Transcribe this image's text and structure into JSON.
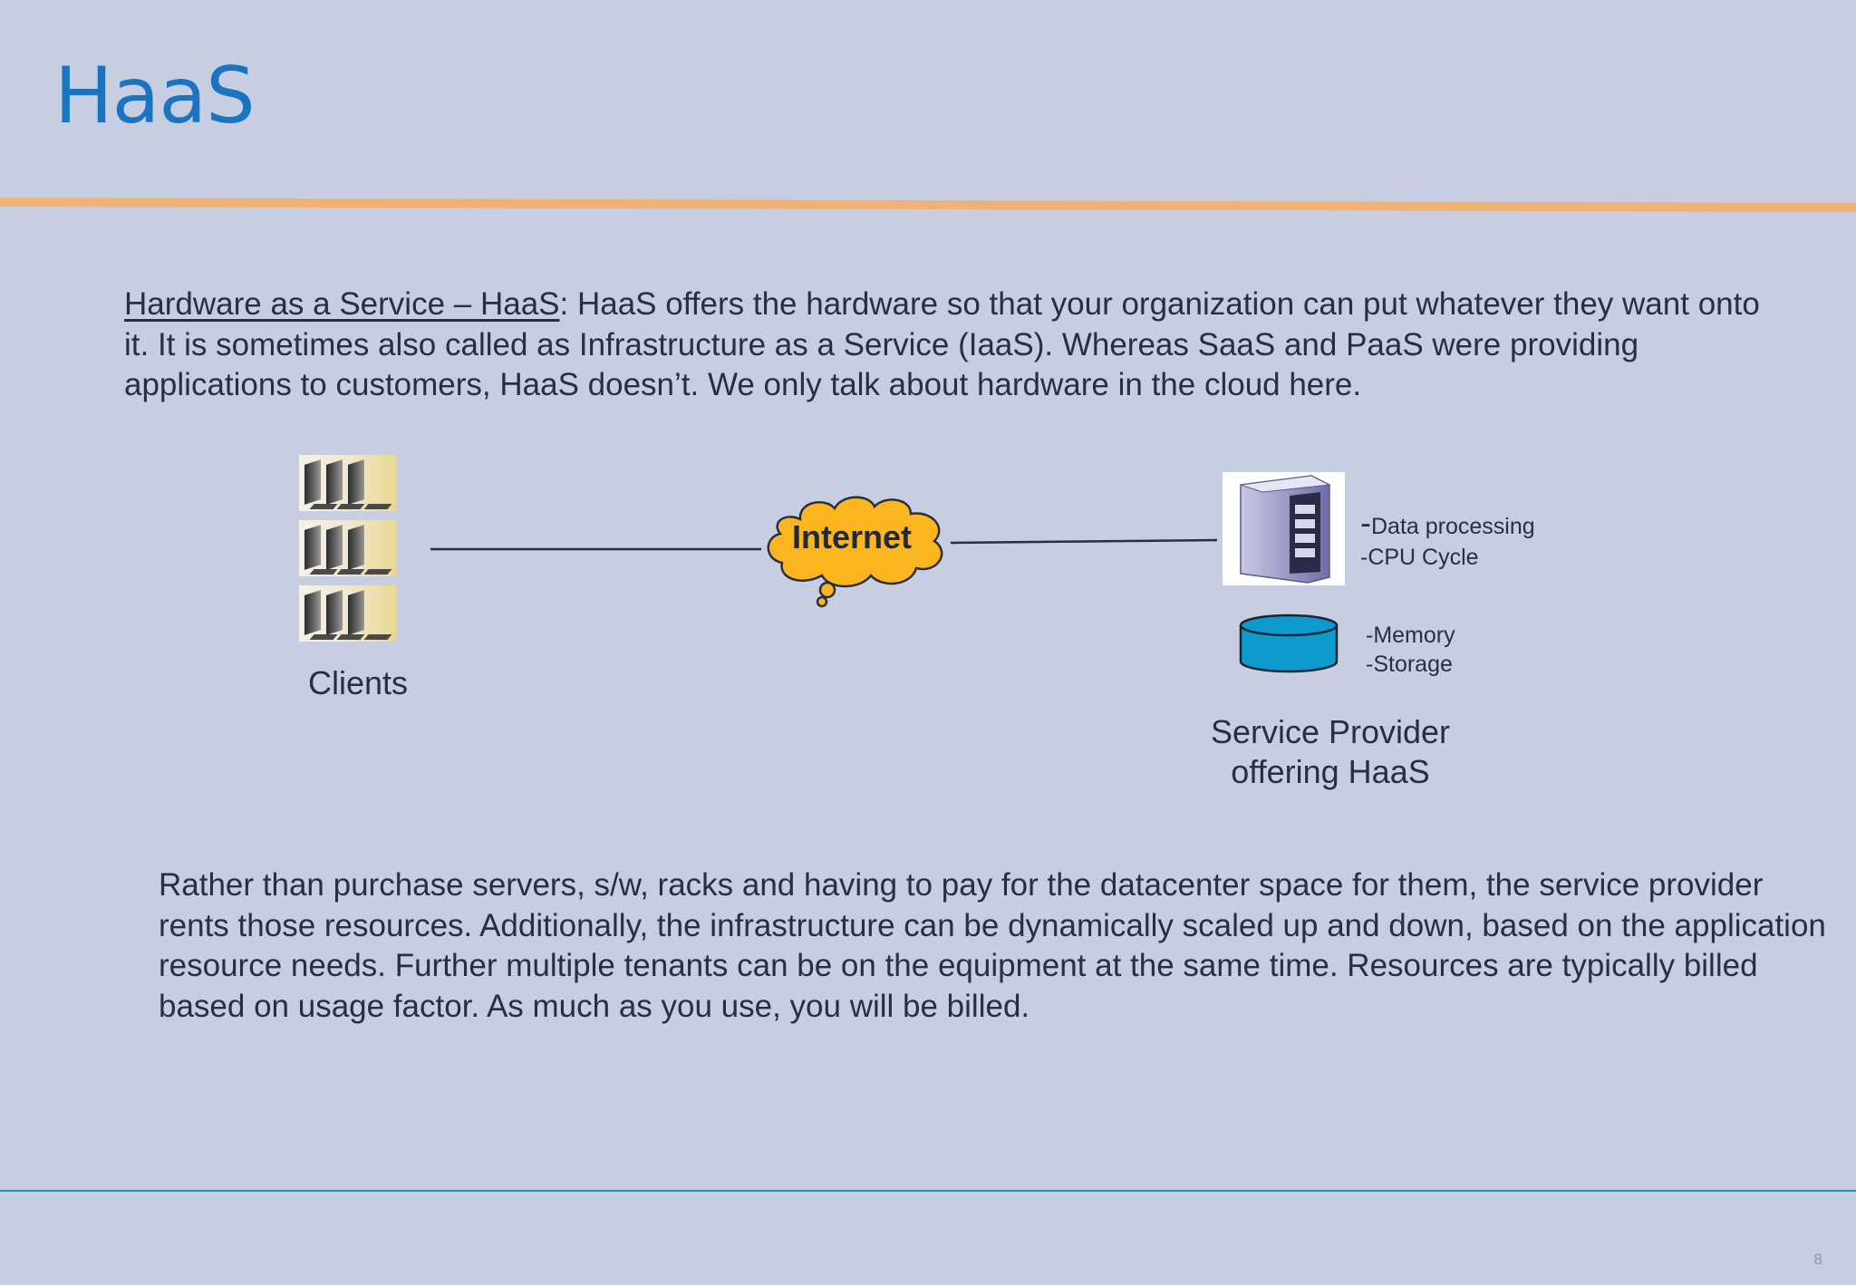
{
  "slide": {
    "title": "HaaS",
    "page_number": "8"
  },
  "intro": {
    "term": "Hardware as a Service – HaaS",
    "text": ": HaaS offers the hardware so that your organization can put whatever they want onto it. It is sometimes also called as Infrastructure as a Service (IaaS). Whereas SaaS and PaaS were providing applications to customers, HaaS doesn’t. We only talk about hardware in the cloud here."
  },
  "diagram": {
    "clients_label": "Clients",
    "internet_label": "Internet",
    "server_features": {
      "dash": "-",
      "data_processing": "Data processing",
      "cpu_cycle": "-CPU Cycle"
    },
    "storage_features": {
      "memory": "-Memory",
      "storage": "-Storage"
    },
    "provider_label_line1": "Service Provider",
    "provider_label_line2": "offering HaaS",
    "colors": {
      "cloud_fill": "#fbb61f",
      "database_fill": "#0c9bcc",
      "connector": "#2a2f3d"
    }
  },
  "summary": {
    "text": "Rather than purchase servers, s/w, racks and having to pay for the datacenter space for them, the service provider rents those resources. Additionally, the infrastructure can be dynamically scaled up and down, based on the application resource needs. Further multiple tenants can be on the equipment at the same time. Resources are typically billed based on usage factor. As much as you use,  you will be billed."
  },
  "theme": {
    "title_color": "#1a74c0",
    "accent_orange": "#f0b274",
    "accent_blue": "#1e92c4",
    "background": "#c8cee2"
  }
}
